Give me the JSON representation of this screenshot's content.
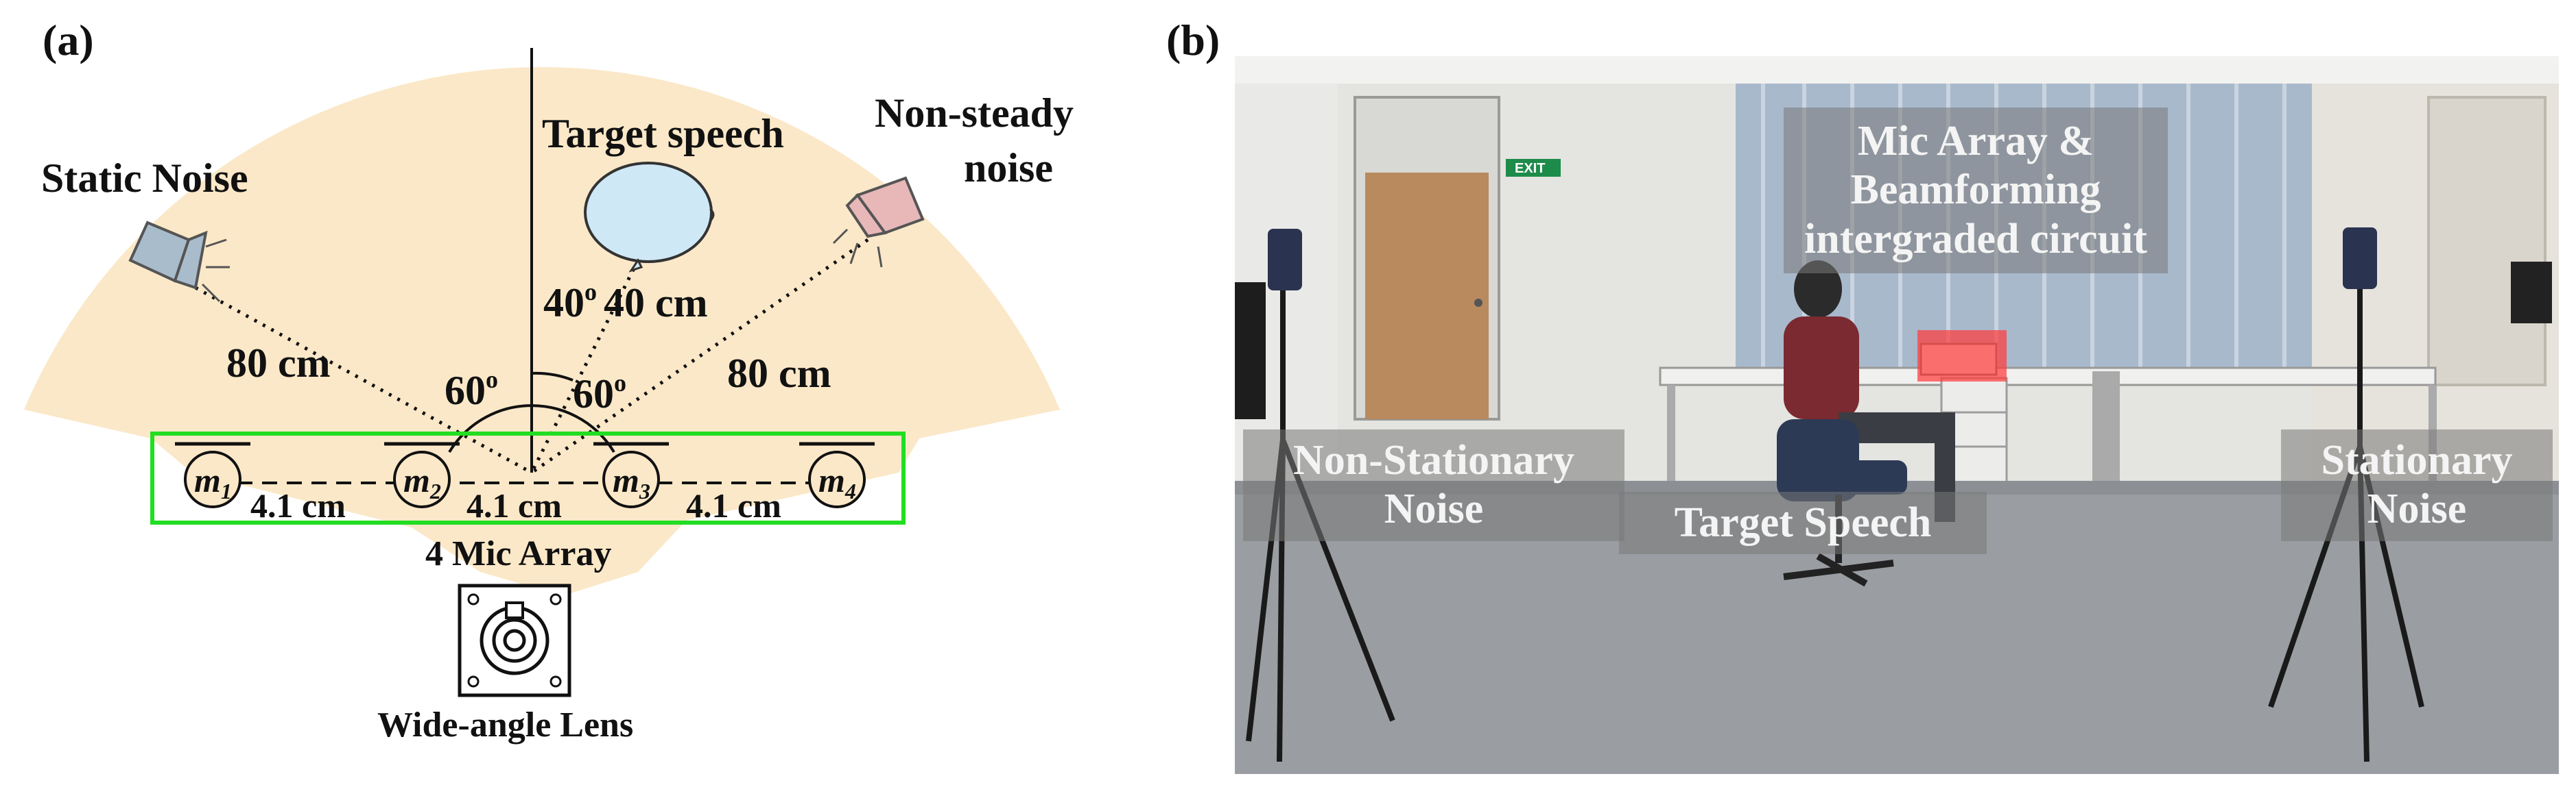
{
  "panel_a": {
    "label": "(a)",
    "static_noise": "Static Noise",
    "target_speech": "Target speech",
    "non_steady_noise_line1": "Non-steady",
    "non_steady_noise_line2": "noise",
    "angle_40": "40",
    "dist_40": "40 cm",
    "dist_80_left": "80 cm",
    "dist_80_right": "80 cm",
    "angle_60_left": "60",
    "angle_60_right": "60",
    "degree_mark": "o",
    "mics": [
      {
        "base": "m",
        "sub": "1"
      },
      {
        "base": "m",
        "sub": "2"
      },
      {
        "base": "m",
        "sub": "3"
      },
      {
        "base": "m",
        "sub": "4"
      }
    ],
    "spacings": [
      "4.1 cm",
      "4.1 cm",
      "4.1 cm"
    ],
    "array_label": "4 Mic Array",
    "lens_label": "Wide-angle Lens",
    "colors": {
      "fan": "#fbe8c8",
      "highlight_box": "#22dd22",
      "speech_head": "#cfe8f5",
      "static_speaker": "#a9bccc",
      "nonsteady_speaker": "#e8b7b7"
    }
  },
  "panel_b": {
    "label": "(b)",
    "mic_array_line1": "Mic Array &",
    "mic_array_line2": "Beamforming",
    "mic_array_line3": "intergraded circuit",
    "non_stationary_line1": "Non-Stationary",
    "non_stationary_line2": "Noise",
    "target_speech": "Target Speech",
    "stationary_line1": "Stationary",
    "stationary_line2": "Noise",
    "exit_sign": "EXIT",
    "colors": {
      "highlight": "#ff3b3b"
    }
  }
}
